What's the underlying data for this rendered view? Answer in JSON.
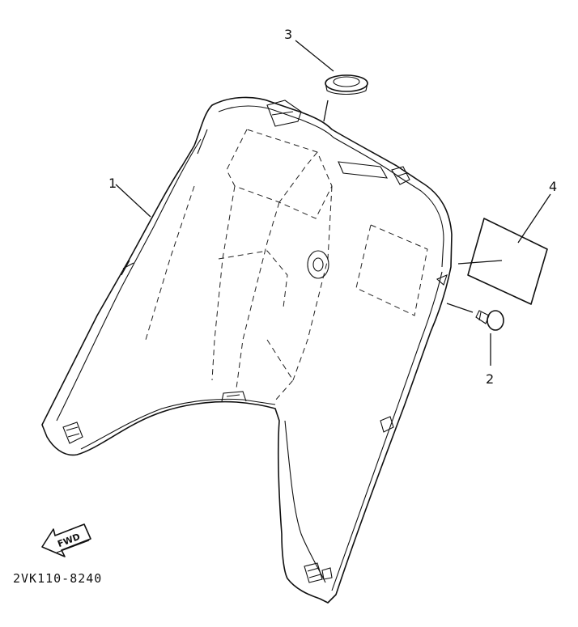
{
  "callouts": [
    {
      "number": "1"
    },
    {
      "number": "2"
    },
    {
      "number": "3"
    },
    {
      "number": "4"
    }
  ],
  "fwd_label": "FWD",
  "part_code": "2VK110-8240"
}
